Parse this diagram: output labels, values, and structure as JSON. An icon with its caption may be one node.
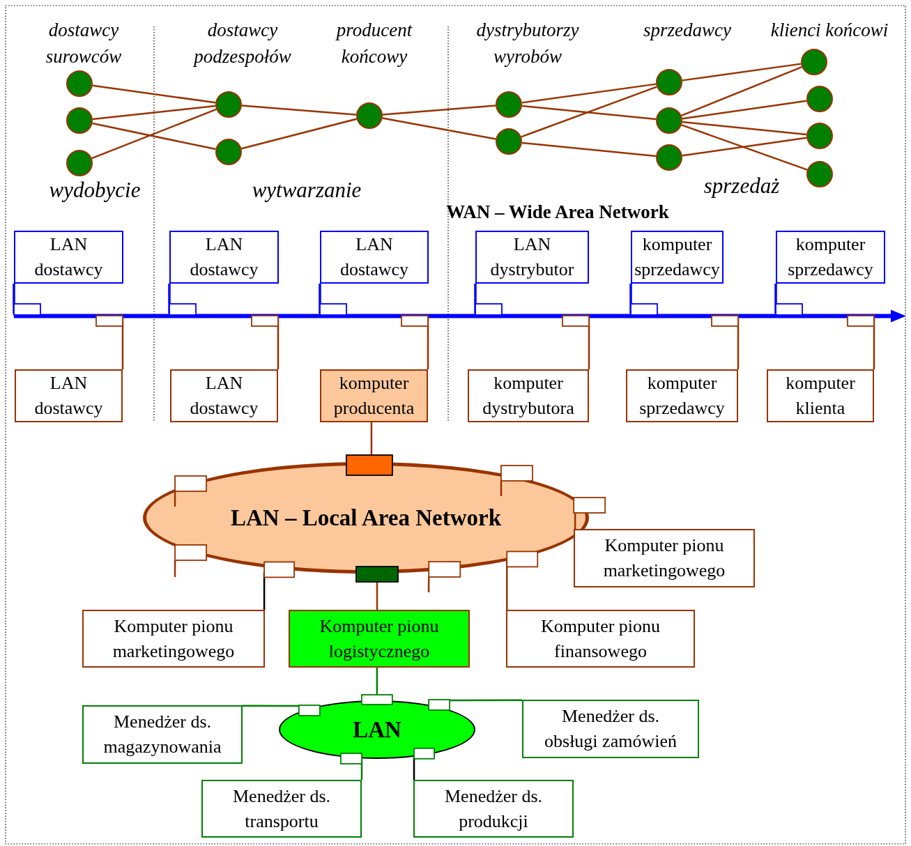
{
  "diagram": {
    "nodes": [
      {
        "text": [],
        "shape": "circle"
      },
      {
        "text": [],
        "shape": "circle"
      },
      {
        "text": [],
        "shape": "circle"
      },
      {
        "text": [],
        "shape": "circle"
      },
      {
        "text": [],
        "shape": "circle"
      },
      {
        "text": [],
        "shape": "circle"
      },
      {
        "text": [],
        "shape": "circle"
      },
      {
        "text": [],
        "shape": "circle"
      },
      {
        "text": [],
        "shape": "circle"
      },
      {
        "text": [],
        "shape": "circle"
      },
      {
        "text": [],
        "shape": "circle"
      },
      {
        "text": [],
        "shape": "circle"
      },
      {
        "text": [],
        "shape": "circle"
      },
      {
        "text": [],
        "shape": "circle"
      },
      {
        "text": [],
        "shape": "circle"
      },
      {
        "text": [],
        "shape": "bar"
      },
      {
        "text": [
          "LAN dostawcy"
        ]
      },
      {
        "text": [
          "LAN dostawcy"
        ]
      },
      {
        "text": [
          "LAN dostawcy"
        ]
      },
      {
        "text": [
          "LAN dystrybutor"
        ]
      },
      {
        "text": [
          "komputer sprzedawcy"
        ]
      },
      {
        "text": [
          "komputer sprzedawcy"
        ]
      },
      {
        "text": [
          "LAN dostawcy"
        ]
      },
      {
        "text": [
          "LAN dostawcy"
        ]
      },
      {
        "text": [
          "komputer producenta"
        ]
      },
      {
        "text": [
          "komputer dystrybutora"
        ]
      },
      {
        "text": [
          "komputer sprzedawcy"
        ]
      },
      {
        "text": [
          "komputer klienta"
        ]
      },
      {
        "text": [
          "LAN – Local Area Network"
        ]
      },
      {
        "text": [
          "Komputer pionu marketingowego"
        ]
      },
      {
        "text": [
          "Komputer pionu marketingowego"
        ]
      },
      {
        "text": [
          "Komputer pionu logistycznego"
        ]
      },
      {
        "text": [
          "Komputer pionu finansowego"
        ]
      },
      {
        "text": [
          "LAN"
        ]
      },
      {
        "text": [
          "Menedżer ds. magazynowania"
        ]
      },
      {
        "text": [
          "Menedżer ds. obsługi zamówień"
        ]
      },
      {
        "text": [
          "Menedżer ds. transportu"
        ]
      },
      {
        "text": [
          "Menedżer ds. produkcji"
        ]
      }
    ],
    "edges": [
      {
        "from": 0,
        "to": 3,
        "arrow": "none"
      },
      {
        "from": 1,
        "to": 3,
        "arrow": "none"
      },
      {
        "from": 1,
        "to": 4,
        "arrow": "none"
      },
      {
        "from": 2,
        "to": 3,
        "arrow": "none"
      },
      {
        "from": 3,
        "to": 5,
        "arrow": "none"
      },
      {
        "from": 4,
        "to": 5,
        "arrow": "none"
      },
      {
        "from": 5,
        "to": 6,
        "arrow": "none"
      },
      {
        "from": 5,
        "to": 7,
        "arrow": "none"
      },
      {
        "from": 6,
        "to": 8,
        "arrow": "none"
      },
      {
        "from": 6,
        "to": 9,
        "arrow": "none"
      },
      {
        "from": 7,
        "to": 8,
        "arrow": "none"
      },
      {
        "from": 7,
        "to": 10,
        "arrow": "none"
      },
      {
        "from": 8,
        "to": 11,
        "arrow": "none"
      },
      {
        "from": 9,
        "to": 11,
        "arrow": "none"
      },
      {
        "from": 9,
        "to": 12,
        "arrow": "none"
      },
      {
        "from": 9,
        "to": 13,
        "arrow": "none"
      },
      {
        "from": 9,
        "to": 14,
        "arrow": "none"
      },
      {
        "from": 10,
        "to": 13,
        "arrow": "none"
      },
      {
        "from": 16,
        "to": 15,
        "arrow": "none",
        "color": "#0000ff"
      },
      {
        "from": 17,
        "to": 15,
        "arrow": "none",
        "color": "#0000ff"
      },
      {
        "from": 18,
        "to": 15,
        "arrow": "none",
        "color": "#0000ff"
      },
      {
        "from": 19,
        "to": 15,
        "arrow": "none",
        "color": "#0000ff"
      },
      {
        "from": 20,
        "to": 15,
        "arrow": "none",
        "color": "#0000ff"
      },
      {
        "from": 21,
        "to": 15,
        "arrow": "none",
        "color": "#0000ff"
      },
      {
        "from": 22,
        "to": 15,
        "arrow": "none"
      },
      {
        "from": 23,
        "to": 15,
        "arrow": "none"
      },
      {
        "from": 24,
        "to": 15,
        "arrow": "none"
      },
      {
        "from": 25,
        "to": 15,
        "arrow": "none"
      },
      {
        "from": 26,
        "to": 15,
        "arrow": "none"
      },
      {
        "from": 27,
        "to": 15,
        "arrow": "none"
      },
      {
        "from": 24,
        "to": 28,
        "arrow": "none"
      },
      {
        "from": 28,
        "to": 29,
        "arrow": "none"
      },
      {
        "from": 28,
        "to": 30,
        "arrow": "none",
        "color": "#000000"
      },
      {
        "from": 28,
        "to": 31,
        "arrow": "none"
      },
      {
        "from": 28,
        "to": 32,
        "arrow": "none"
      },
      {
        "from": 28,
        "to": null,
        "arrow": "none"
      },
      {
        "from": 28,
        "to": null,
        "arrow": "none"
      },
      {
        "from": 28,
        "to": null,
        "arrow": "none"
      },
      {
        "from": 28,
        "to": null,
        "arrow": "none"
      },
      {
        "from": 31,
        "to": 33,
        "arrow": "none",
        "color": "#008000"
      },
      {
        "from": 34,
        "to": 33,
        "arrow": "other",
        "color": "#008000"
      },
      {
        "from": 35,
        "to": 33,
        "arrow": "other",
        "color": "#008000"
      },
      {
        "from": 36,
        "to": 33,
        "arrow": "other",
        "color": "#008000"
      },
      {
        "from": 33,
        "to": 37,
        "arrow": "none",
        "color": "#000000"
      }
    ],
    "labels": [
      "dostawcy surowców",
      "dostawcy podzespołów",
      "producent końcowy",
      "dystrybutorzy wyrobów",
      "sprzedawcy",
      "klienci końcowi",
      "wydobycie",
      "wytwarzanie",
      "sprzedaż",
      "WAN – Wide Area Network"
    ]
  }
}
